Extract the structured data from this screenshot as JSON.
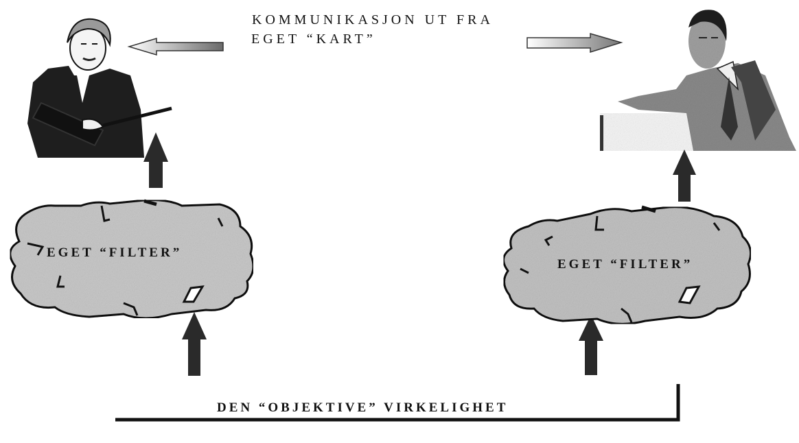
{
  "diagram": {
    "top_label_line1": "KOMMUNIKASJON UT FRA",
    "top_label_line2": "EGET “KART”",
    "left_filter_label": "EGET “FILTER”",
    "right_filter_label": "EGET “FILTER”",
    "bottom_label": "DEN “OBJEKTIVE” VIRKELIGHET"
  },
  "colors": {
    "arrow_dark": "#2a2a2a",
    "cloud_fill": "#c9c9c9",
    "outline": "#111111"
  },
  "icons": [
    "woman-figure",
    "man-figure",
    "arrow-left-icon",
    "arrow-right-icon",
    "arrow-up-icon",
    "cloud-shape"
  ]
}
